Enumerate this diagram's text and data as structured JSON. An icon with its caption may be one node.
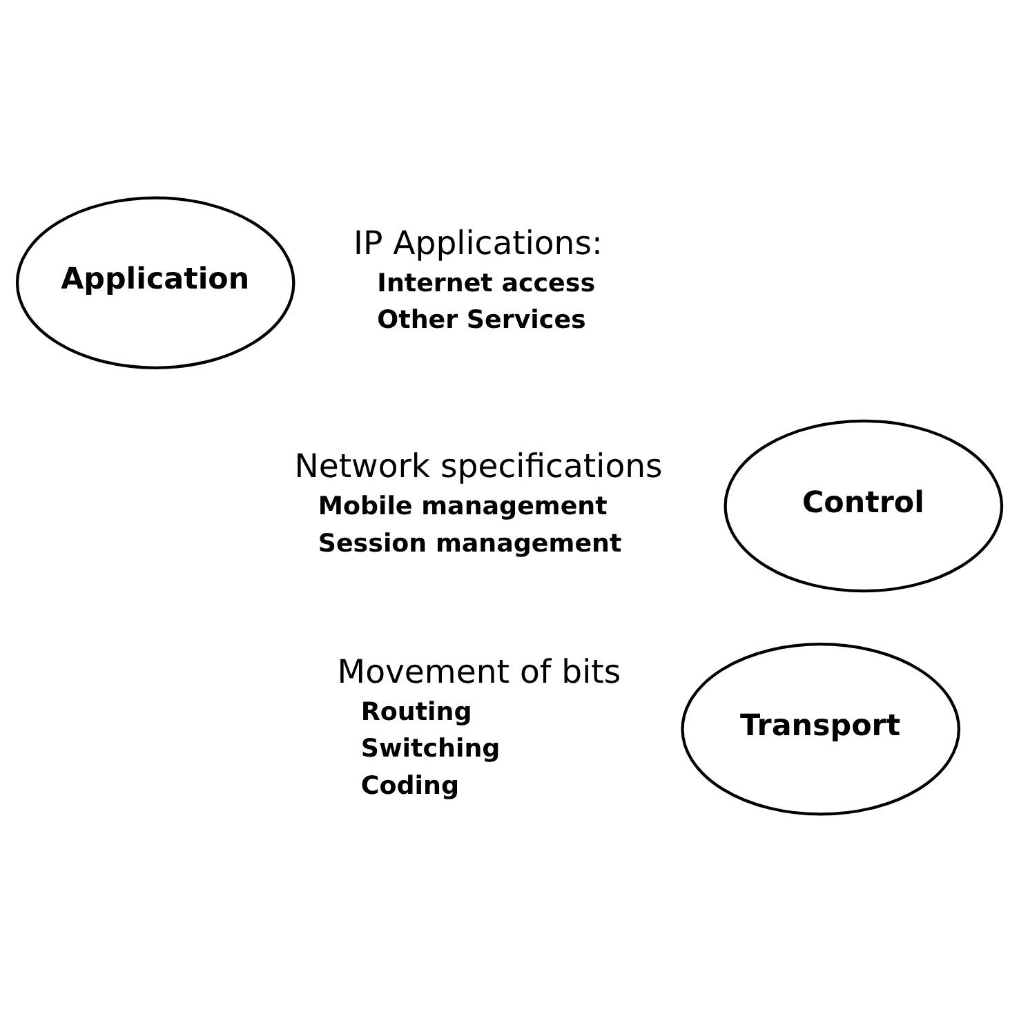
{
  "diagram": {
    "nodes": [
      {
        "text": [
          "Application"
        ],
        "beside": [
          "IP Applications:",
          "Internet access",
          "Other Services"
        ]
      },
      {
        "text": [
          "Control"
        ],
        "beside": [
          "Network specifications",
          "Mobile management",
          "Session management"
        ]
      },
      {
        "text": [
          "Transport"
        ],
        "beside": [
          "Movement of bits",
          "Routing",
          "Switching",
          "Coding"
        ]
      }
    ]
  }
}
